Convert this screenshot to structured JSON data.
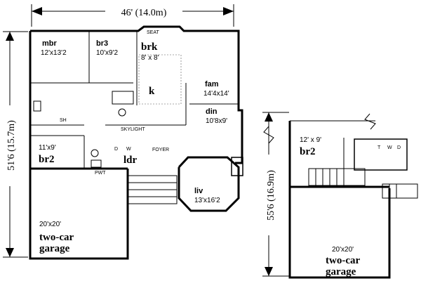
{
  "overall": {
    "width_label": "46' (14.0m)",
    "depth_label": "51'6 (15.7m)",
    "upper_depth_label": "55'6 (16.9m)"
  },
  "main_floor": {
    "mbr": {
      "name": "mbr",
      "size": "12'x13'2"
    },
    "br3": {
      "name": "br3",
      "size": "10'x9'2"
    },
    "brk": {
      "name": "brk",
      "size": "8' x 8'"
    },
    "k": {
      "name": "k"
    },
    "seat": "SEAT",
    "fam": {
      "name": "fam",
      "size": "14'4x14'"
    },
    "din": {
      "name": "din",
      "size": "10'8x9'"
    },
    "sh": "SH",
    "skylight": "SKYLIGHT",
    "foyer": "FOYER",
    "br2": {
      "name": "br2",
      "size": "11'x9'"
    },
    "ldr": {
      "name": "ldr"
    },
    "pwt": "PWT",
    "dw": [
      "D",
      "W"
    ],
    "liv": {
      "name": "liv",
      "size": "13'x16'2"
    },
    "garage": {
      "name_line1": "two-car",
      "name_line2": "garage",
      "size": "20'x20'"
    }
  },
  "alt_floor": {
    "br2": {
      "name": "br2",
      "size": "12' x 9'"
    },
    "twd": [
      "T",
      "W",
      "D"
    ],
    "garage": {
      "name_line1": "two-car",
      "name_line2": "garage",
      "size": "20'x20'"
    }
  }
}
